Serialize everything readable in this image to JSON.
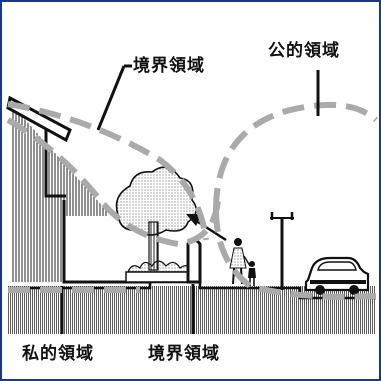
{
  "labels": {
    "boundary_top": "境界領域",
    "public": "公的領域",
    "private": "私的領域",
    "boundary_bottom": "境界領域"
  },
  "colors": {
    "ink": "#111111",
    "dash_gray": "#aaaaaa",
    "frame": "#1a3a7a",
    "background": "#ffffff"
  },
  "icons": [
    "house-icon",
    "tree-icon",
    "person-with-child-icon",
    "street-lamp-icon",
    "car-icon",
    "dashed-zone-circle",
    "arrow"
  ]
}
